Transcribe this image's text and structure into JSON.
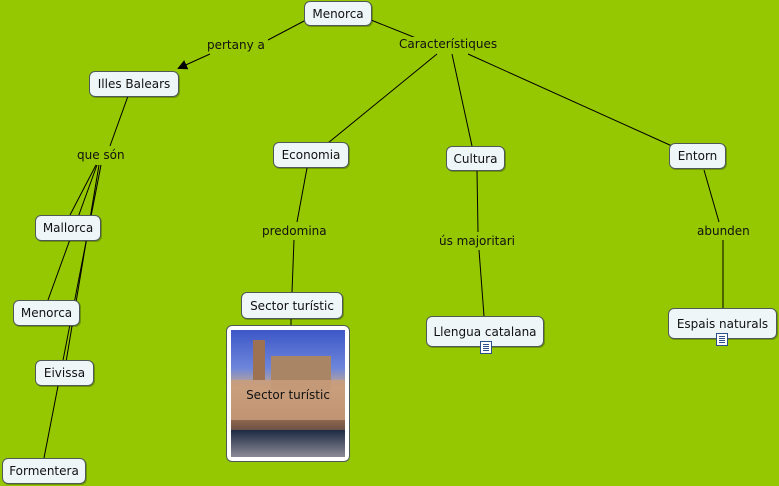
{
  "nodes": {
    "menorca_root": "Menorca",
    "illes_balears": "Illes Balears",
    "economia": "Economia",
    "cultura": "Cultura",
    "entorn": "Entorn",
    "mallorca": "Mallorca",
    "menorca_sub": "Menorca",
    "eivissa": "Eivissa",
    "formentera": "Formentera",
    "sector_turistic": "Sector turístic",
    "llengua_catalana": "Llengua catalana",
    "espais_naturals": "Espais naturals"
  },
  "links": {
    "pertany_a": "pertany a",
    "caracteristiques": "Característiques",
    "que_son": "que són",
    "predomina": "predomina",
    "us_majoritari": "ús majoritari",
    "abunden": "abunden"
  },
  "image": {
    "caption": "Sector turístic"
  },
  "colors": {
    "background": "#95c800",
    "node_fill": "#eef6f8",
    "node_border": "#4f5a58",
    "line": "#000000"
  }
}
